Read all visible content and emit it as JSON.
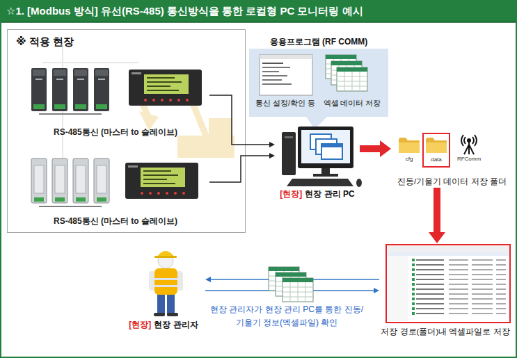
{
  "diagram": {
    "title": "☆1. [Modbus 방식] 유선(RS-485) 통신방식을 통한 로컬형 PC 모니터링 예시",
    "nodes": [
      {
        "text": [
          "※ 적용 현장"
        ]
      },
      {
        "text": [
          "RS-485통신 (마스터 to 슬레이브)"
        ],
        "in": 0
      },
      {
        "text": [
          "RS-485통신 (마스터 to 슬레이브)"
        ],
        "in": 0
      },
      {
        "text": [
          "응용프로그램 (RF COMM)"
        ]
      },
      {
        "text": [
          "통신 설정/확인 등"
        ],
        "in": 3
      },
      {
        "text": [
          "엑셀 데이터 저장"
        ],
        "in": 3
      },
      {
        "text": [
          "[현장]",
          "현장 관리 PC"
        ]
      },
      {
        "text": [
          "진동/기울기 데이터 저장 폴더"
        ]
      },
      {
        "text": [
          "cfg"
        ],
        "in": 7
      },
      {
        "text": [
          "data"
        ],
        "in": 7
      },
      {
        "text": [
          "RFComm"
        ],
        "in": 7
      },
      {
        "text": [
          "저장 경로(폴더)내 엑셀파일로 저장"
        ]
      },
      {
        "text": [
          "[현장]",
          "현장 관리자"
        ]
      }
    ],
    "edges": [
      {
        "from": 1,
        "to": 6,
        "arrow": "to"
      },
      {
        "from": 2,
        "to": 6,
        "arrow": "to"
      },
      {
        "from": 6,
        "to": 7,
        "arrow": "to"
      },
      {
        "from": 7,
        "to": 11,
        "arrow": "to"
      },
      {
        "from": 11,
        "to": 12,
        "arrow": "to",
        "label": "현장 관리자가 현장 관리 PC를 통한 진동/기울기 정보(엑셀파일) 확인"
      },
      {
        "from": 12,
        "to": 11,
        "arrow": "to"
      }
    ]
  }
}
